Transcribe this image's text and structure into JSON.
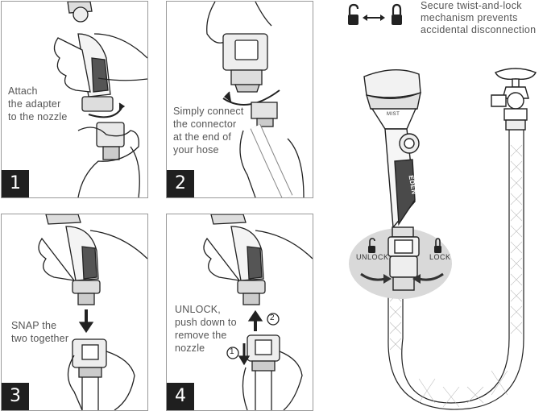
{
  "panels": [
    {
      "number": "1",
      "caption": [
        "Attach",
        "the adapter",
        "to the nozzle"
      ]
    },
    {
      "number": "2",
      "caption": [
        "Simply connect",
        "the connector",
        "at the end of",
        "your hose"
      ]
    },
    {
      "number": "3",
      "caption": [
        "SNAP the",
        "two together"
      ]
    },
    {
      "number": "4",
      "caption": [
        "UNLOCK,",
        "push down to",
        "remove the",
        "nozzle"
      ]
    }
  ],
  "markers": {
    "one": "1",
    "two": "2"
  },
  "note": [
    "Secure twist-and-lock",
    "mechanism prevents",
    "accidental disconnection"
  ],
  "labels": {
    "unlock": "UNLOCK",
    "lock": "LOCK",
    "brand": "EDEN",
    "mist": "MIST"
  },
  "icons": [
    "unlocked-padlock-icon",
    "double-arrow-icon",
    "locked-padlock-icon"
  ]
}
